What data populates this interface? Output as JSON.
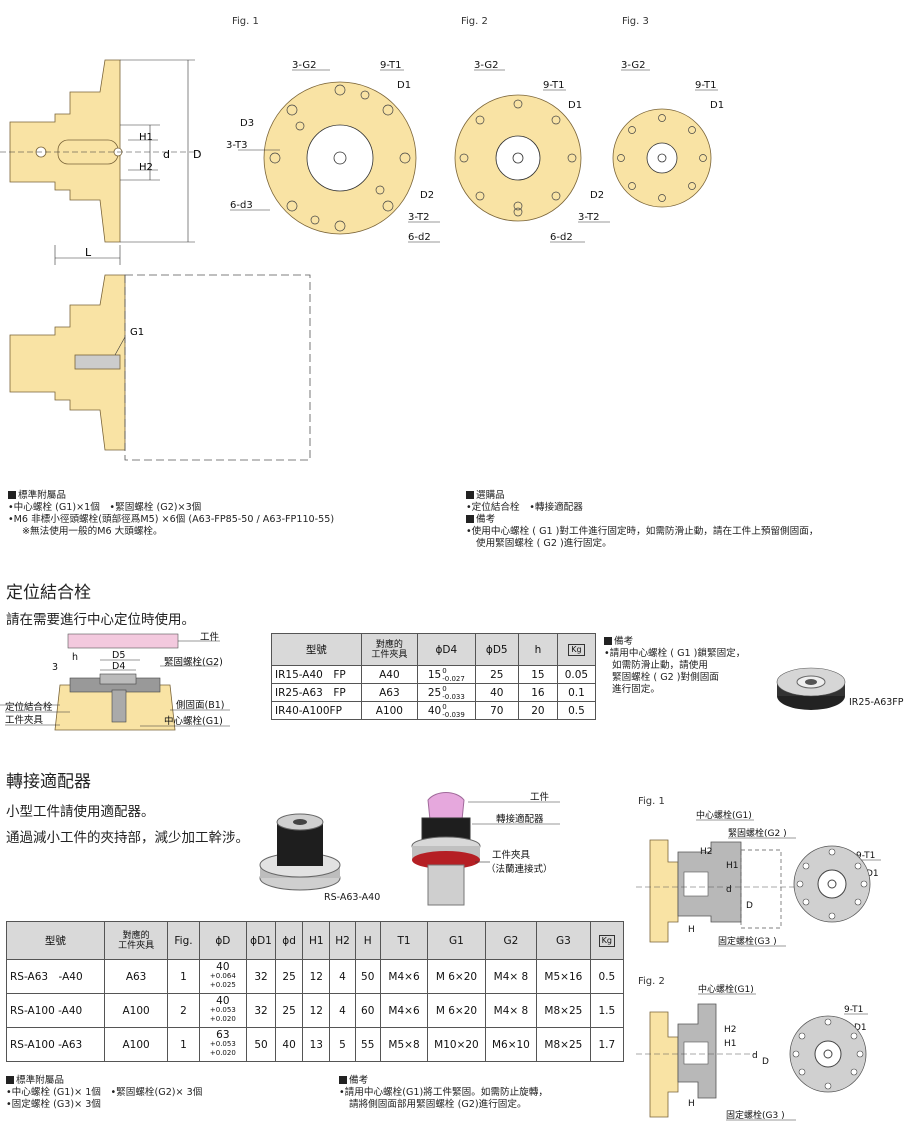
{
  "figs": {
    "fig1": "Fig. 1",
    "fig2": "Fig. 2",
    "fig3": "Fig. 3"
  },
  "labels": {
    "three_g2": "3-G2",
    "nine_t1": "9-T1",
    "d1": "D1",
    "d2": "D2",
    "d3": "D3",
    "three_t3": "3-T3",
    "six_d3": "6-d3",
    "three_t2": "3-T2",
    "six_d2": "6-d2",
    "h1": "H1",
    "h2": "H2",
    "d": "d",
    "D": "D",
    "L": "L",
    "g1": "G1"
  },
  "std_acc": {
    "title": "標準附屬品",
    "line1": "•中心螺栓 (G1)×1個　•緊固螺栓 (G2)×3個",
    "line2": "•M6 非標小徑頭螺栓(頭部徑爲M5) ×6個 (A63-FP85-50 / A63-FP110-55)",
    "line3": "※無法使用一般的M6 大頭螺栓。"
  },
  "options": {
    "title": "選購品",
    "line1": "•定位結合栓　•轉接適配器",
    "remarks_title": "備考",
    "remarks1": "•使用中心螺栓 ( G1 )對工件進行固定時，如需防滑止動，請在工件上預留側固面，",
    "remarks2": "使用緊固螺栓 ( G2 )進行固定。"
  },
  "pin": {
    "title": "定位結合栓",
    "desc": "請在需要進行中心定位時使用。",
    "diag": {
      "work": "工件",
      "d5": "D5",
      "h": "h",
      "d4": "D4",
      "three": "3",
      "g2": "緊固螺栓(G2)",
      "pin": "定位結合栓",
      "side": "側固面(B1)",
      "fixture": "工件夾具",
      "g1": "中心螺栓(G1)"
    },
    "headers": [
      "型號",
      "對應的\n工件夾具",
      "ϕD4",
      "ϕD5",
      "h",
      "Kg"
    ],
    "rows": [
      {
        "model": "IR15-A40　FP",
        "fixture": "A40",
        "d4": "15",
        "tol_up": "0",
        "tol_lo": "-0.027",
        "d5": "25",
        "h": "15",
        "kg": "0.05"
      },
      {
        "model": "IR25-A63　FP",
        "fixture": "A63",
        "d4": "25",
        "tol_up": "0",
        "tol_lo": "-0.033",
        "d5": "40",
        "h": "16",
        "kg": "0.1"
      },
      {
        "model": "IR40-A100FP",
        "fixture": "A100",
        "d4": "40",
        "tol_up": "0",
        "tol_lo": "-0.039",
        "d5": "70",
        "h": "20",
        "kg": "0.5"
      }
    ],
    "remark_title": "備考",
    "remark": [
      "•請用中心螺栓 ( G1 )鎖緊固定，",
      "如需防滑止動，請使用",
      "緊固螺栓 ( G2 )對側固面",
      "進行固定。"
    ],
    "photo_caption": "IR25-A63FP"
  },
  "adapter": {
    "title": "轉接適配器",
    "desc1": "小型工件請使用適配器。",
    "desc2": "通過減小工件的夾持部，減少加工幹涉。",
    "photo_caption": "RS-A63-A40",
    "callout_work": "工件",
    "callout_adapter": "轉接適配器",
    "callout_fixture1": "工件夾具",
    "callout_fixture2": "（法蘭連接式）",
    "headers": [
      "型號",
      "對應的\n工件夾具",
      "Fig.",
      "ϕD",
      "ϕD1",
      "ϕd",
      "H1",
      "H2",
      "H",
      "T1",
      "G1",
      "G2",
      "G3",
      "Kg"
    ],
    "rows": [
      {
        "model": "RS-A63　-A40",
        "fixture": "A63",
        "fig": "1",
        "D": "40",
        "tol_up": "+0.064",
        "tol_lo": "+0.025",
        "D1": "32",
        "d": "25",
        "H1": "12",
        "H2": "4",
        "H": "50",
        "T1": "M4×6",
        "G1": "M  6×20",
        "G2": "M4×  8",
        "G3": "M5×16",
        "kg": "0.5"
      },
      {
        "model": "RS-A100 -A40",
        "fixture": "A100",
        "fig": "2",
        "D": "40",
        "tol_up": "+0.053",
        "tol_lo": "+0.020",
        "D1": "32",
        "d": "25",
        "H1": "12",
        "H2": "4",
        "H": "60",
        "T1": "M4×6",
        "G1": "M  6×20",
        "G2": "M4×  8",
        "G3": "M8×25",
        "kg": "1.5"
      },
      {
        "model": "RS-A100 -A63",
        "fixture": "A100",
        "fig": "1",
        "D": "63",
        "tol_up": "+0.053",
        "tol_lo": "+0.020",
        "D1": "50",
        "d": "40",
        "H1": "13",
        "H2": "5",
        "H": "55",
        "T1": "M5×8",
        "G1": "M10×20",
        "G2": "M6×10",
        "G3": "M8×25",
        "kg": "1.7"
      }
    ],
    "std_title": "標準附屬品",
    "std1": "•中心螺栓 (G1)× 1個　•緊固螺栓(G2)× 3個",
    "std2": "•固定螺栓 (G3)× 3個",
    "remark_title": "備考",
    "remark1": "•請用中心螺栓(G1)將工件緊固。如需防止旋轉，",
    "remark2": "請將側固面部用緊固螺栓 (G2)進行固定。",
    "fig1": "Fig. 1",
    "fig2": "Fig. 2",
    "f_center": "中心螺栓(G1)",
    "f_g2": "緊固螺栓(G2 )",
    "f_g3": "固定螺栓(G3 )",
    "f_h2": "H2",
    "f_h1": "H1",
    "f_d": "d",
    "f_D": "D",
    "f_H": "H",
    "f_t1": "9-T1",
    "f_d1": "D1"
  },
  "colors": {
    "part": "#f9e3a4",
    "part_stroke": "#8a7040",
    "pink": "#f3c9de",
    "gray": "#b8b8b8"
  }
}
